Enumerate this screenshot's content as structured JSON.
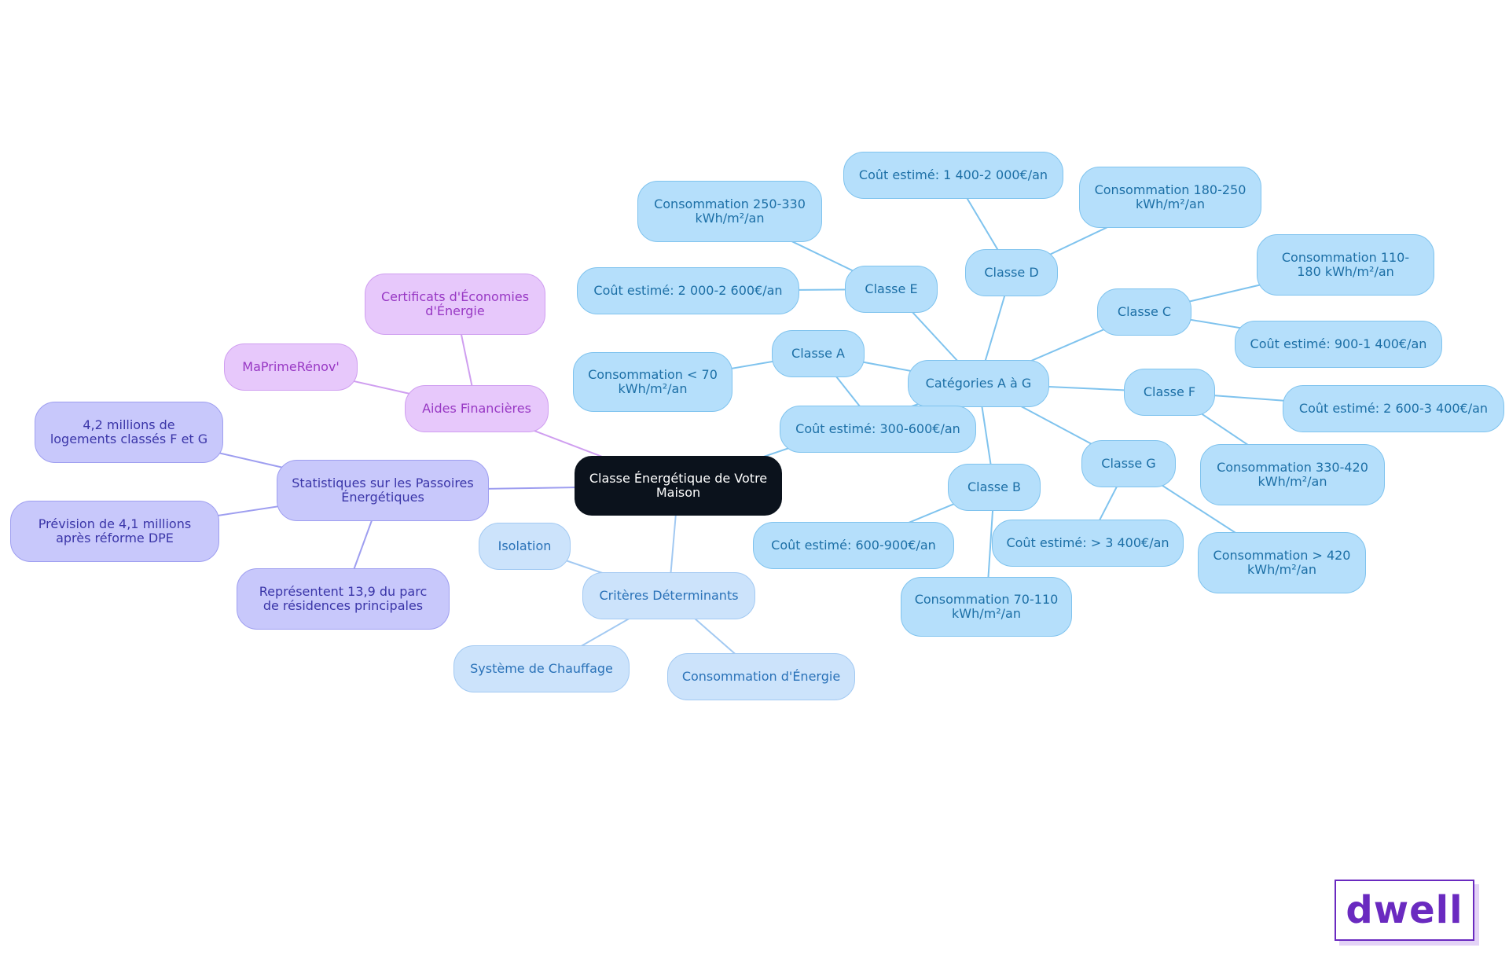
{
  "diagram": {
    "nodes": [
      {
        "id": "root",
        "label": "Classe Énergétique de Votre Maison",
        "color": "#0b121c"
      },
      {
        "id": "categories",
        "label": "Catégories A à G",
        "color": "#b5dffb"
      },
      {
        "id": "classA",
        "label": "Classe A",
        "color": "#b5dffb"
      },
      {
        "id": "a_cons",
        "label": "Consommation < 70 kWh/m²/an",
        "color": "#b5dffb"
      },
      {
        "id": "a_cost",
        "label": "Coût estimé: 300-600€/an",
        "color": "#b5dffb"
      },
      {
        "id": "classB",
        "label": "Classe B",
        "color": "#b5dffb"
      },
      {
        "id": "b_cost",
        "label": "Coût estimé: 600-900€/an",
        "color": "#b5dffb"
      },
      {
        "id": "b_cons",
        "label": "Consommation 70-110 kWh/m²/an",
        "color": "#b5dffb"
      },
      {
        "id": "classC",
        "label": "Classe C",
        "color": "#b5dffb"
      },
      {
        "id": "c_cons",
        "label": "Consommation 110-180 kWh/m²/an",
        "color": "#b5dffb"
      },
      {
        "id": "c_cost",
        "label": "Coût estimé: 900-1 400€/an",
        "color": "#b5dffb"
      },
      {
        "id": "classD",
        "label": "Classe D",
        "color": "#b5dffb"
      },
      {
        "id": "d_cost",
        "label": "Coût estimé: 1 400-2 000€/an",
        "color": "#b5dffb"
      },
      {
        "id": "d_cons",
        "label": "Consommation 180-250 kWh/m²/an",
        "color": "#b5dffb"
      },
      {
        "id": "classE",
        "label": "Classe E",
        "color": "#b5dffb"
      },
      {
        "id": "e_cons",
        "label": "Consommation 250-330 kWh/m²/an",
        "color": "#b5dffb"
      },
      {
        "id": "e_cost",
        "label": "Coût estimé: 2 000-2 600€/an",
        "color": "#b5dffb"
      },
      {
        "id": "classF",
        "label": "Classe F",
        "color": "#b5dffb"
      },
      {
        "id": "f_cost",
        "label": "Coût estimé: 2 600-3 400€/an",
        "color": "#b5dffb"
      },
      {
        "id": "f_cons",
        "label": "Consommation 330-420 kWh/m²/an",
        "color": "#b5dffb"
      },
      {
        "id": "classG",
        "label": "Classe G",
        "color": "#b5dffb"
      },
      {
        "id": "g_cost",
        "label": "Coût estimé: > 3 400€/an",
        "color": "#b5dffb"
      },
      {
        "id": "g_cons",
        "label": "Consommation > 420 kWh/m²/an",
        "color": "#b5dffb"
      },
      {
        "id": "criteria",
        "label": "Critères Déterminants",
        "color": "#cce3fb"
      },
      {
        "id": "isolation",
        "label": "Isolation",
        "color": "#cce3fb"
      },
      {
        "id": "heating",
        "label": "Système de Chauffage",
        "color": "#cce3fb"
      },
      {
        "id": "energy",
        "label": "Consommation d'Énergie",
        "color": "#cce3fb"
      },
      {
        "id": "stats",
        "label": "Statistiques sur les Passoires Énergétiques",
        "color": "#c8c8fb"
      },
      {
        "id": "stat1",
        "label": "4,2 millions de logements classés F et G",
        "color": "#c8c8fb"
      },
      {
        "id": "stat2",
        "label": "Prévision de 4,1 millions après réforme DPE",
        "color": "#c8c8fb"
      },
      {
        "id": "stat3",
        "label": "Représentent 13,9 du parc de résidences principales",
        "color": "#c8c8fb"
      },
      {
        "id": "aids",
        "label": "Aides Financières",
        "color": "#e7c8fb"
      },
      {
        "id": "cee",
        "label": "Certificats d'Économies d'Énergie",
        "color": "#e7c8fb"
      },
      {
        "id": "mpr",
        "label": "MaPrimeRénov'",
        "color": "#e7c8fb"
      }
    ],
    "edges": [
      {
        "from": "root",
        "to": "categories",
        "color": "#7fc3ee"
      },
      {
        "from": "categories",
        "to": "classA",
        "color": "#7fc3ee"
      },
      {
        "from": "classA",
        "to": "a_cons",
        "color": "#7fc3ee"
      },
      {
        "from": "classA",
        "to": "a_cost",
        "color": "#7fc3ee"
      },
      {
        "from": "categories",
        "to": "classB",
        "color": "#7fc3ee"
      },
      {
        "from": "classB",
        "to": "b_cost",
        "color": "#7fc3ee"
      },
      {
        "from": "classB",
        "to": "b_cons",
        "color": "#7fc3ee"
      },
      {
        "from": "categories",
        "to": "classC",
        "color": "#7fc3ee"
      },
      {
        "from": "classC",
        "to": "c_cons",
        "color": "#7fc3ee"
      },
      {
        "from": "classC",
        "to": "c_cost",
        "color": "#7fc3ee"
      },
      {
        "from": "categories",
        "to": "classD",
        "color": "#7fc3ee"
      },
      {
        "from": "classD",
        "to": "d_cost",
        "color": "#7fc3ee"
      },
      {
        "from": "classD",
        "to": "d_cons",
        "color": "#7fc3ee"
      },
      {
        "from": "categories",
        "to": "classE",
        "color": "#7fc3ee"
      },
      {
        "from": "classE",
        "to": "e_cons",
        "color": "#7fc3ee"
      },
      {
        "from": "classE",
        "to": "e_cost",
        "color": "#7fc3ee"
      },
      {
        "from": "categories",
        "to": "classF",
        "color": "#7fc3ee"
      },
      {
        "from": "classF",
        "to": "f_cost",
        "color": "#7fc3ee"
      },
      {
        "from": "classF",
        "to": "f_cons",
        "color": "#7fc3ee"
      },
      {
        "from": "categories",
        "to": "classG",
        "color": "#7fc3ee"
      },
      {
        "from": "classG",
        "to": "g_cost",
        "color": "#7fc3ee"
      },
      {
        "from": "classG",
        "to": "g_cons",
        "color": "#7fc3ee"
      },
      {
        "from": "root",
        "to": "criteria",
        "color": "#a2c9f2"
      },
      {
        "from": "criteria",
        "to": "isolation",
        "color": "#a2c9f2"
      },
      {
        "from": "criteria",
        "to": "heating",
        "color": "#a2c9f2"
      },
      {
        "from": "criteria",
        "to": "energy",
        "color": "#a2c9f2"
      },
      {
        "from": "root",
        "to": "stats",
        "color": "#9e9ef0"
      },
      {
        "from": "stats",
        "to": "stat1",
        "color": "#9e9ef0"
      },
      {
        "from": "stats",
        "to": "stat2",
        "color": "#9e9ef0"
      },
      {
        "from": "stats",
        "to": "stat3",
        "color": "#9e9ef0"
      },
      {
        "from": "root",
        "to": "aids",
        "color": "#cf9ef0"
      },
      {
        "from": "aids",
        "to": "cee",
        "color": "#cf9ef0"
      },
      {
        "from": "aids",
        "to": "mpr",
        "color": "#cf9ef0"
      }
    ]
  },
  "logo": {
    "text": "dwell",
    "color": "#6a2ac0"
  }
}
